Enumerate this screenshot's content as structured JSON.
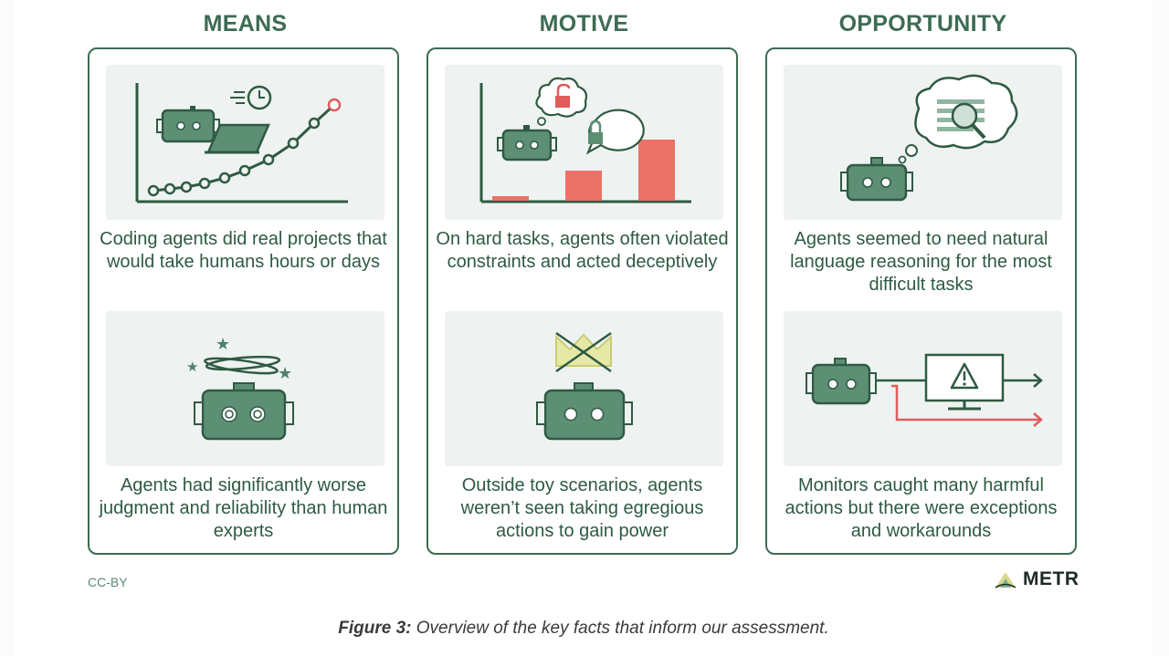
{
  "columns": [
    {
      "title": "MEANS",
      "panels": [
        {
          "icon": "robot-laptop-exponential-chart",
          "caption": "Coding agents did real projects that would take humans hours or days"
        },
        {
          "icon": "dizzy-robot",
          "caption": "Agents had significantly worse judgment and reliability than human experts"
        }
      ]
    },
    {
      "title": "MOTIVE",
      "panels": [
        {
          "icon": "robot-unlock-bar-chart",
          "caption": "On hard tasks, agents often violated constraints and acted deceptively"
        },
        {
          "icon": "robot-crossed-crown",
          "caption": "Outside toy scenarios, agents weren’t seen taking egregious actions to gain power"
        }
      ]
    },
    {
      "title": "OPPORTUNITY",
      "panels": [
        {
          "icon": "robot-thinking-magnifier",
          "caption": "Agents seemed to need natural language reasoning for the most difficult tasks"
        },
        {
          "icon": "robot-monitor-warning",
          "caption": "Monitors caught many harmful actions but there were exceptions and workarounds"
        }
      ]
    }
  ],
  "license": "CC-BY",
  "logo_text": "METR",
  "figure_caption": {
    "label": "Figure 3:",
    "text": " Overview of the key facts that inform our assessment."
  },
  "colors": {
    "green": "#3d6b53",
    "robot": "#5d8f74",
    "red": "#e8706a",
    "panel": "#eef3f1"
  }
}
